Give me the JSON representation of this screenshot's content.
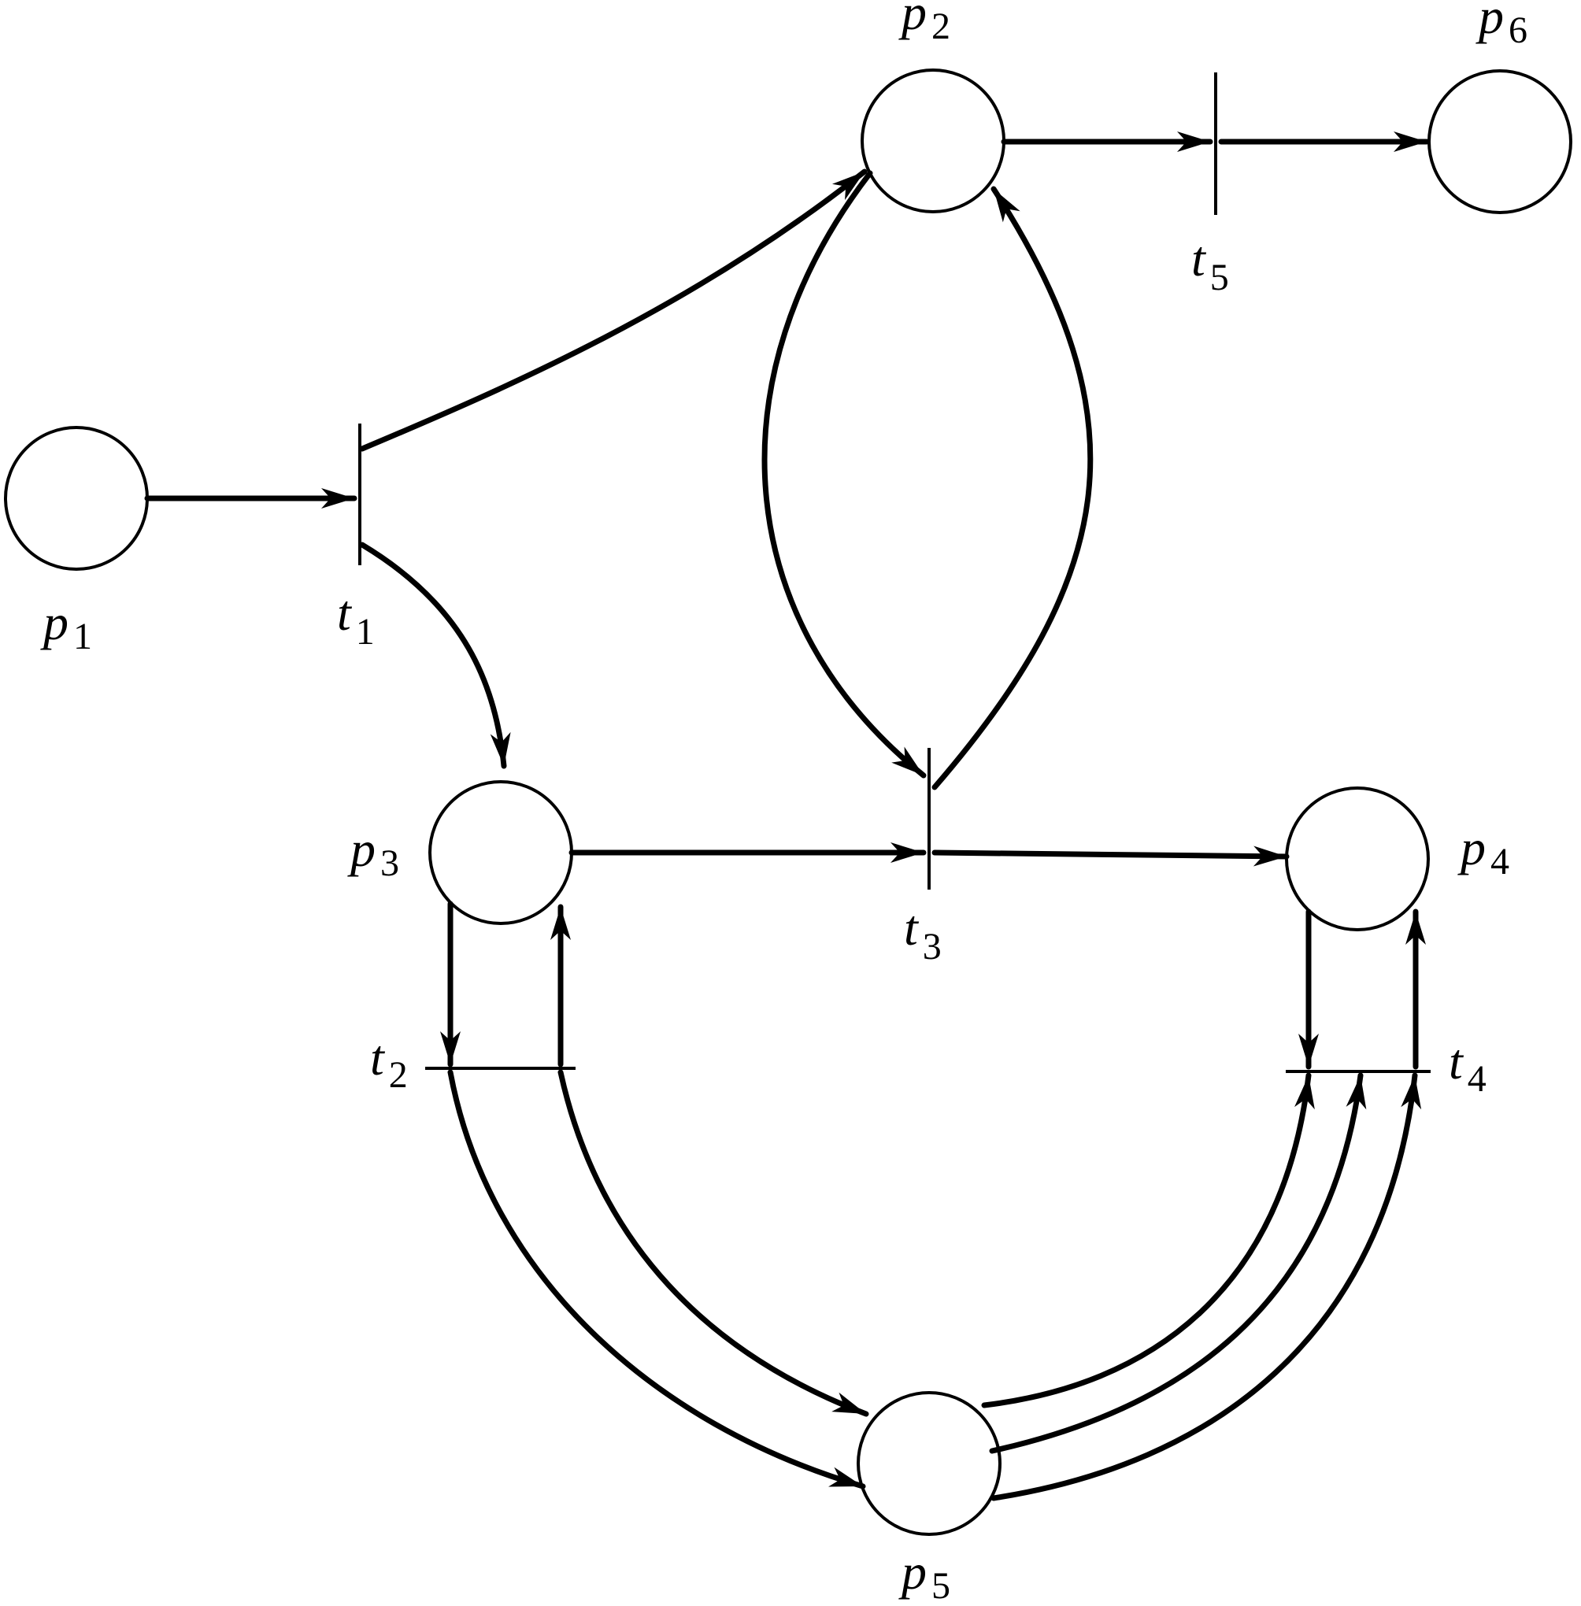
{
  "places": [
    {
      "id": "p1",
      "letter": "p",
      "sub": "1"
    },
    {
      "id": "p2",
      "letter": "p",
      "sub": "2"
    },
    {
      "id": "p3",
      "letter": "p",
      "sub": "3"
    },
    {
      "id": "p4",
      "letter": "p",
      "sub": "4"
    },
    {
      "id": "p5",
      "letter": "p",
      "sub": "5"
    },
    {
      "id": "p6",
      "letter": "p",
      "sub": "6"
    }
  ],
  "transitions": [
    {
      "id": "t1",
      "letter": "t",
      "sub": "1"
    },
    {
      "id": "t2",
      "letter": "t",
      "sub": "2"
    },
    {
      "id": "t3",
      "letter": "t",
      "sub": "3"
    },
    {
      "id": "t4",
      "letter": "t",
      "sub": "4"
    },
    {
      "id": "t5",
      "letter": "t",
      "sub": "5"
    }
  ],
  "arcs": [
    {
      "from": "p1",
      "to": "t1"
    },
    {
      "from": "t1",
      "to": "p2"
    },
    {
      "from": "t1",
      "to": "p3"
    },
    {
      "from": "p2",
      "to": "t5"
    },
    {
      "from": "t5",
      "to": "p6"
    },
    {
      "from": "p2",
      "to": "t3"
    },
    {
      "from": "t3",
      "to": "p2"
    },
    {
      "from": "p3",
      "to": "t3"
    },
    {
      "from": "t3",
      "to": "p4"
    },
    {
      "from": "p3",
      "to": "t2"
    },
    {
      "from": "t2",
      "to": "p3"
    },
    {
      "from": "t2",
      "to": "p5"
    },
    {
      "from": "t2",
      "to": "p5"
    },
    {
      "from": "p4",
      "to": "t4"
    },
    {
      "from": "t4",
      "to": "p4"
    },
    {
      "from": "p5",
      "to": "t4"
    },
    {
      "from": "p5",
      "to": "t4"
    },
    {
      "from": "p5",
      "to": "t4"
    }
  ]
}
